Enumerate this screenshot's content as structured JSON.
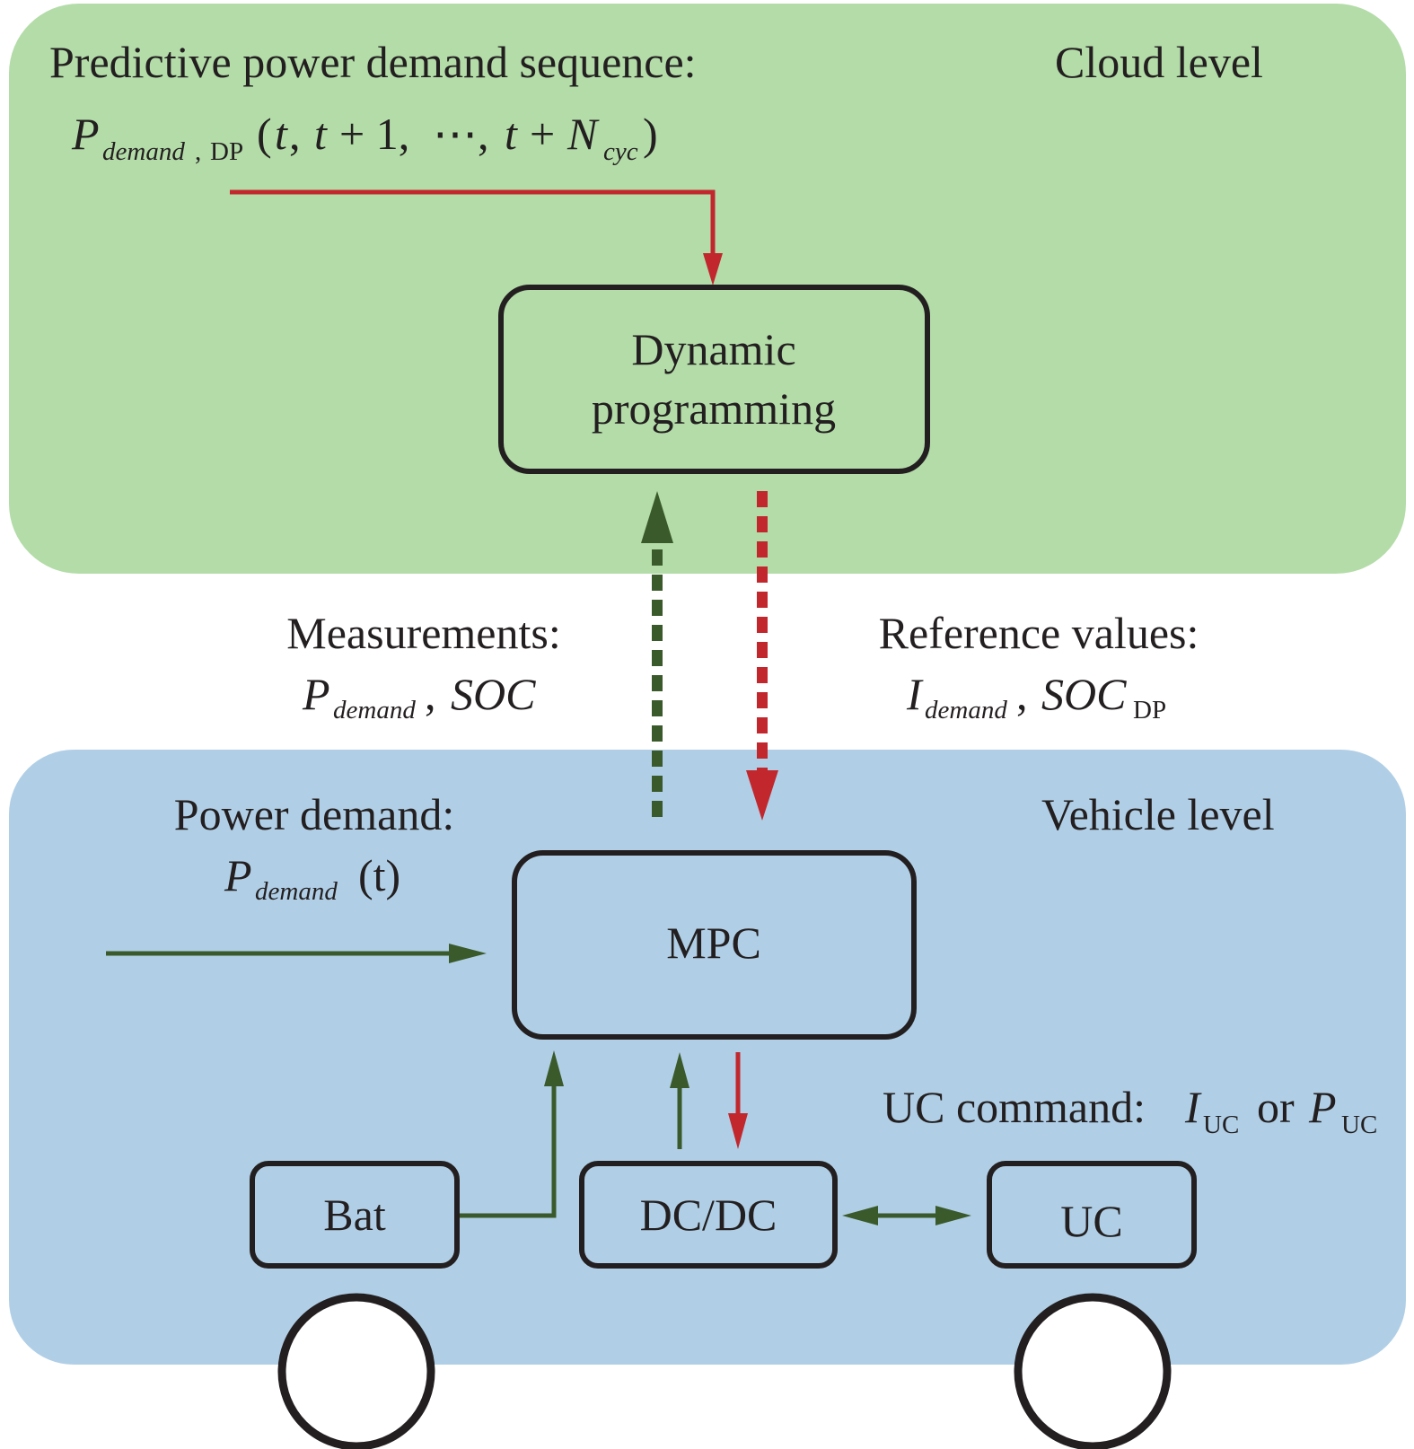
{
  "colors": {
    "cloud_panel": "#b3dca8",
    "vehicle_panel": "#b0cfe6",
    "red_arrow": "#c1272d",
    "green_arrow": "#3a5a2b",
    "box_stroke": "#231f20",
    "wheel_fill": "#ffffff"
  },
  "cloud": {
    "level_label": "Cloud level",
    "sequence_title": "Predictive power demand sequence:",
    "sequence_formula": {
      "P": "P",
      "sub_italic": "demand",
      "sub_comma": ",",
      "sub_dp": "DP",
      "open": "(",
      "t1": "t",
      "comma1": ",",
      "t2": "t",
      "plus1": "+ 1,",
      "dots": "⋯,",
      "t3": "t",
      "plus2": "+",
      "N": "N",
      "N_sub": "cyc",
      "close": ")"
    },
    "dp_box": {
      "line1": "Dynamic",
      "line2": "programming"
    }
  },
  "link": {
    "measurements": {
      "title": "Measurements:",
      "P": "P",
      "P_sub": "demand",
      "comma": ",",
      "soc": "SOC"
    },
    "reference": {
      "title": "Reference values:",
      "I": "I",
      "I_sub": "demand",
      "comma": ",",
      "soc": "SOC",
      "soc_sub": "DP"
    }
  },
  "vehicle": {
    "level_label": "Vehicle level",
    "power_demand": {
      "title": "Power demand:",
      "P": "P",
      "P_sub": "demand",
      "arg": "(t)"
    },
    "mpc_label": "MPC",
    "uc_command": {
      "prefix": "UC command:",
      "I": "I",
      "I_sub": "UC",
      "or": "or",
      "P": "P",
      "P_sub": "UC"
    },
    "bat_label": "Bat",
    "dcdc_label": "DC/DC",
    "uc_label": "UC"
  }
}
